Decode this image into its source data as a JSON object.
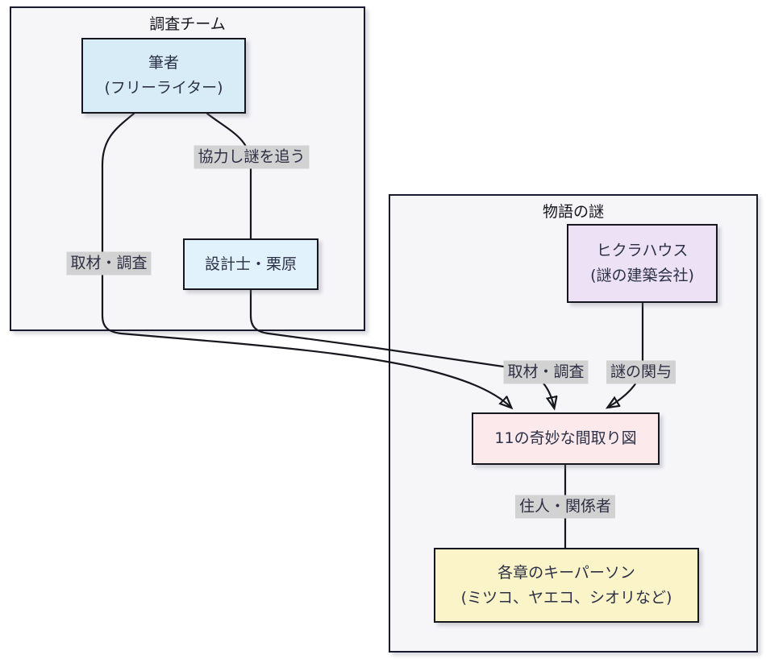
{
  "diagram": {
    "type": "flowchart",
    "clusters": [
      {
        "name": "research-team",
        "title": "調査チーム"
      },
      {
        "name": "story-mystery",
        "title": "物語の謎"
      }
    ],
    "nodes": [
      {
        "name": "author",
        "lines": [
          "筆者",
          "(フリーライター)"
        ],
        "fill": "#d8ecf8"
      },
      {
        "name": "architect-kurihara",
        "lines": [
          "設計士・栗原"
        ],
        "fill": "#e1f2fc"
      },
      {
        "name": "hikura-house",
        "lines": [
          "ヒクラハウス",
          "(謎の建築会社)"
        ],
        "fill": "#ede1f5"
      },
      {
        "name": "eleven-floor-plans",
        "lines": [
          "11の奇妙な間取り図"
        ],
        "fill": "#fce9ec"
      },
      {
        "name": "chapter-key-persons",
        "lines": [
          "各章のキーパーソン",
          "(ミツコ、ヤエコ、シオリなど)"
        ],
        "fill": "#faf4c8"
      }
    ],
    "edge_labels": [
      {
        "name": "cooperate-chase-mystery",
        "text": "協力し謎を追う"
      },
      {
        "name": "research-investigation-1",
        "text": "取材・調査"
      },
      {
        "name": "research-investigation-2",
        "text": "取材・調査"
      },
      {
        "name": "mystery-involvement",
        "text": "謎の関与"
      },
      {
        "name": "residents-related-persons",
        "text": "住人・関係者"
      }
    ],
    "colors": {
      "canvas_bg": "#ffffff",
      "cluster_bg": "#f6f6f9",
      "border": "#16161f",
      "edge": "#16161f",
      "label_bg": "#d2d2d2",
      "label_text": "#2e2e44",
      "node_text": "#2b3046",
      "title_text": "#16161f"
    }
  }
}
